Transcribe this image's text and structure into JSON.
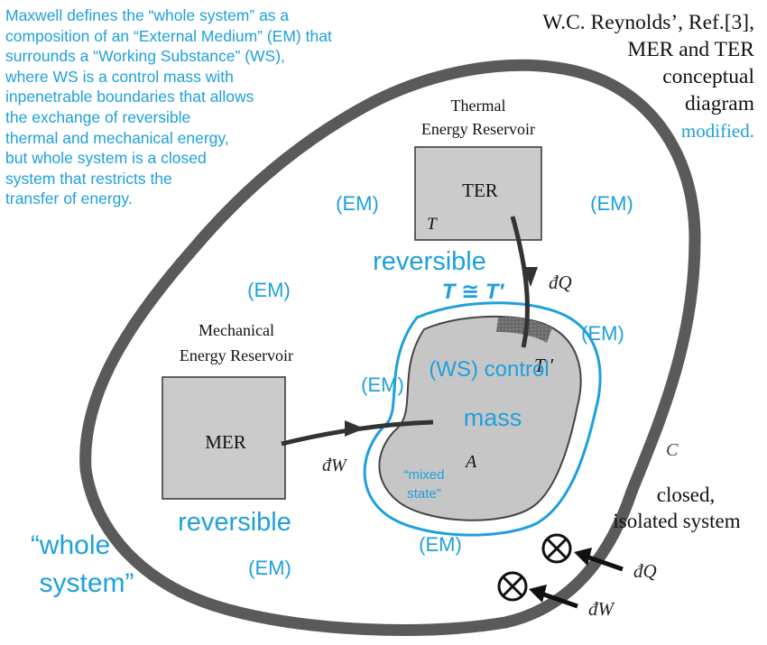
{
  "description_lines": [
    "Maxwell defines the “whole system” as a",
    "composition of an “External Medium” (EM) that",
    "surrounds a “Working Substance” (WS),",
    "where WS is a control mass with",
    "inpenetrable boundaries that allows",
    "the exchange of reversible",
    "thermal and mechanical energy,",
    "but whole system is a closed",
    "system that restricts the",
    "transfer of energy."
  ],
  "credit_lines": [
    "W.C. Reynolds’, Ref.[3],",
    "MER and TER",
    "conceptual",
    "diagram"
  ],
  "credit_modified": "modified.",
  "ter": {
    "caption_line1": "Thermal",
    "caption_line2": "Energy Reservoir",
    "label": "TER",
    "temp": "T"
  },
  "mer": {
    "caption_line1": "Mechanical",
    "caption_line2": "Energy Reservoir",
    "label": "MER"
  },
  "em_label": "(EM)",
  "reversible_label": "reversible",
  "temp_equal": "T ≅ T′",
  "t_prime": "T ′",
  "heat_label": "đQ",
  "work_label": "đW",
  "ws": {
    "line1": "(WS) control",
    "line2": "mass",
    "point": "A",
    "mixed_line1": "“mixed",
    "mixed_line2": "state”"
  },
  "c_label": "C",
  "closed_line1": "closed,",
  "closed_line2": "isolated system",
  "whole_line1": "“whole",
  "whole_line2": "system”",
  "colors": {
    "annotation": "#1ea0dc",
    "boundary": "#5a5a5a",
    "reservoir": "#cbcbcb",
    "ws_fill": "#c6c6c6"
  },
  "icons": [
    "blocked-heat-icon",
    "blocked-work-icon"
  ]
}
